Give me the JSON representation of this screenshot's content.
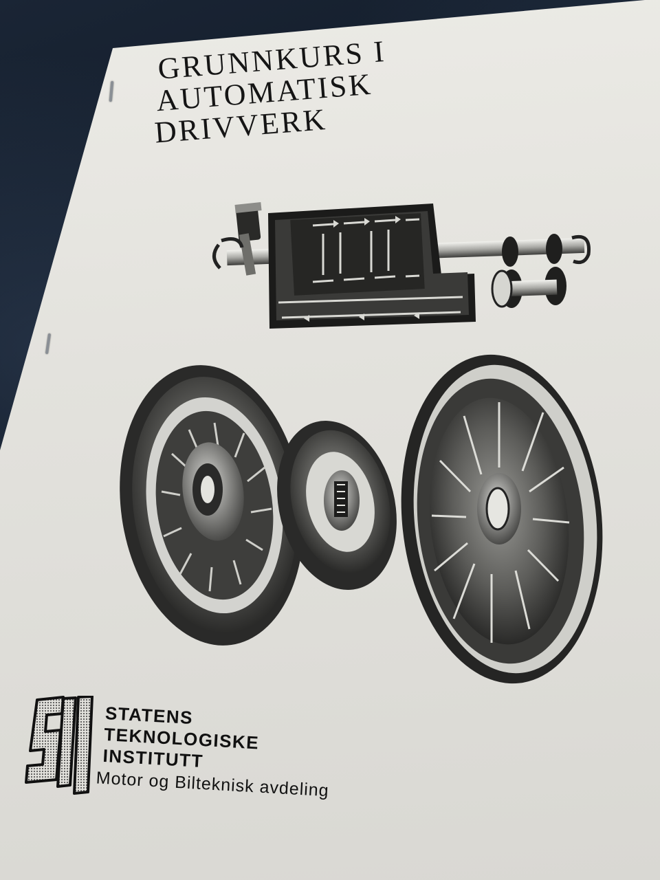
{
  "cover": {
    "title_lines": [
      "GRUNNKURS I",
      "AUTOMATISK",
      "DRIVVERK"
    ]
  },
  "logo": {
    "text": "STI",
    "icon": "sti-logo-icon"
  },
  "institute": {
    "name_lines": [
      "STATENS",
      "TEKNOLOGISKE",
      "INSTITUTT"
    ],
    "department": "Motor og Bilteknisk avdeling"
  },
  "colors": {
    "paper": "#e6e5e0",
    "ink": "#151515",
    "background": "#0d1622"
  },
  "illustrations": [
    "engine-torque-converter-diagram-icon",
    "impeller-wheel-icon",
    "turbine-wheel-icon",
    "stator-wheel-icon"
  ]
}
